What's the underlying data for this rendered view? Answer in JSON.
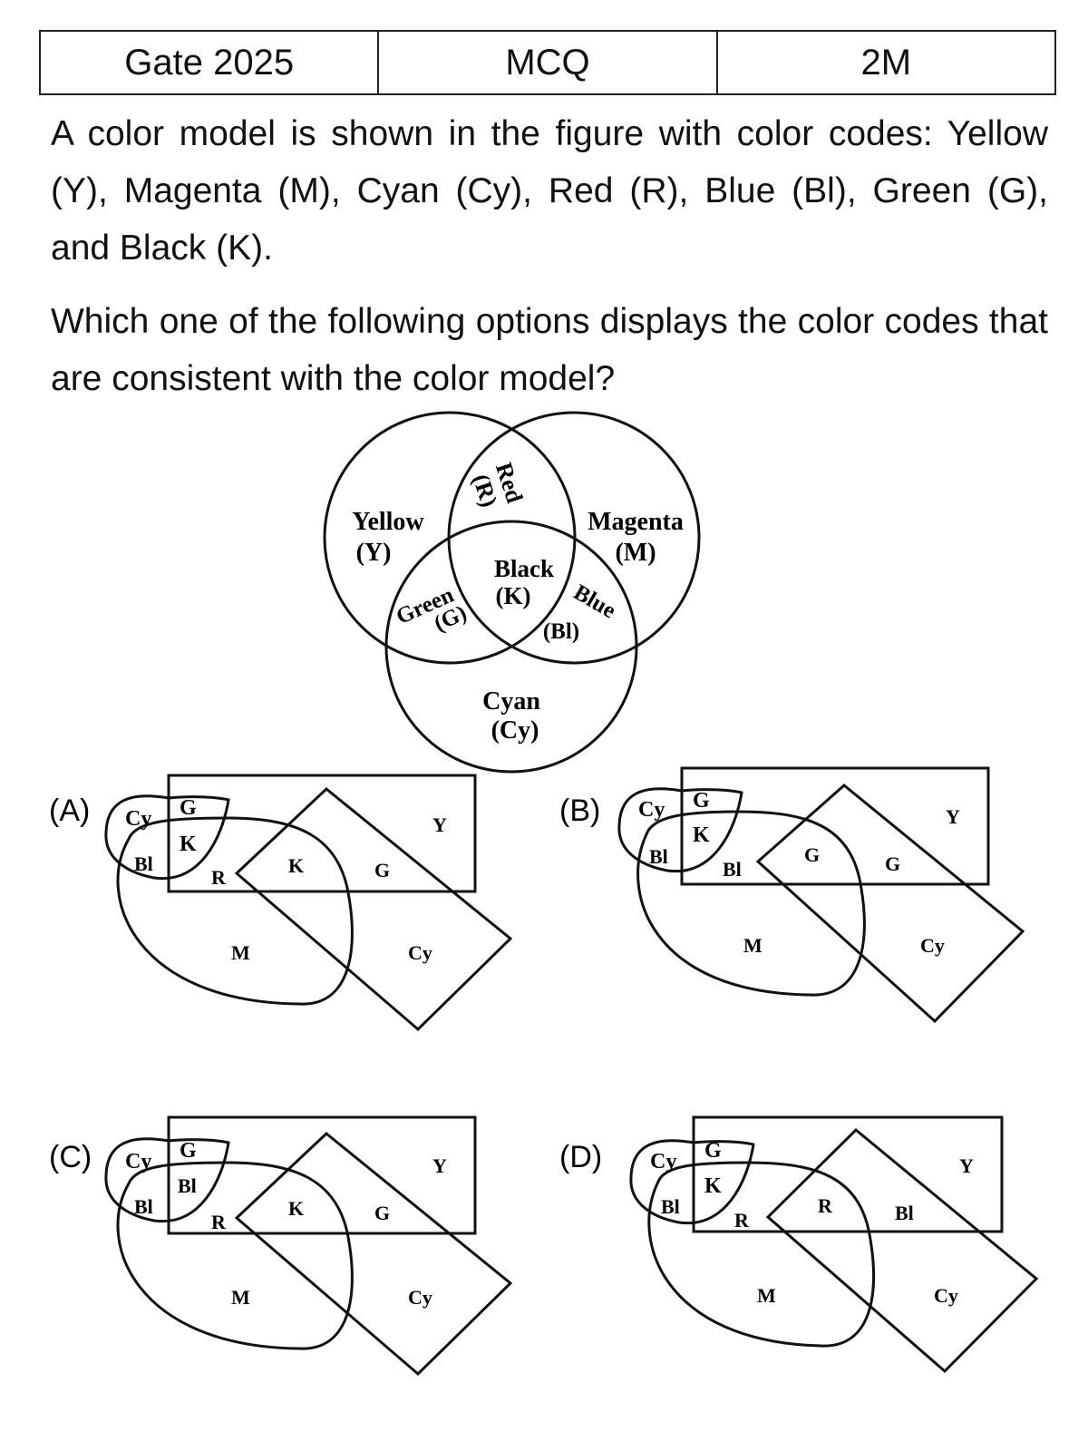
{
  "header": {
    "exam": "Gate 2025",
    "type": "MCQ",
    "marks": "2M"
  },
  "question": {
    "paragraph1": "A color model is shown in the figure with color codes: Yellow (Y), Magenta (M), Cyan (Cy), Red (R), Blue (Bl), Green (G), and Black (K).",
    "paragraph2": "Which one of the following options displays the color codes that are consistent with the color model?"
  },
  "model": {
    "yellow": "Yellow",
    "yellow_code": "(Y)",
    "magenta": "Magenta",
    "magenta_code": "(M)",
    "red": "Red",
    "red_code": "(R)",
    "black": "Black",
    "black_code": "(K)",
    "green": "Green",
    "green_code": "(G)",
    "blue": "Blue",
    "blue_code": "(Bl)",
    "cyan": "Cyan",
    "cyan_code": "(Cy)"
  },
  "options": [
    {
      "label": "(A)",
      "cy": "Cy",
      "g": "G",
      "k": "K",
      "bl": "Bl",
      "r": "R",
      "center": "K",
      "right": "G",
      "y": "Y",
      "m": "M",
      "cy2": "Cy"
    },
    {
      "label": "(B)",
      "cy": "Cy",
      "g": "G",
      "k": "K",
      "bl": "Bl",
      "r": "Bl",
      "center": "G",
      "right": "G",
      "y": "Y",
      "m": "M",
      "cy2": "Cy"
    },
    {
      "label": "(C)",
      "cy": "Cy",
      "g": "G",
      "k": "Bl",
      "bl": "Bl",
      "r": "R",
      "center": "K",
      "right": "G",
      "y": "Y",
      "m": "M",
      "cy2": "Cy"
    },
    {
      "label": "(D)",
      "cy": "Cy",
      "g": "G",
      "k": "K",
      "bl": "Bl",
      "r": "R",
      "center": "R",
      "right": "Bl",
      "y": "Y",
      "m": "M",
      "cy2": "Cy"
    }
  ]
}
